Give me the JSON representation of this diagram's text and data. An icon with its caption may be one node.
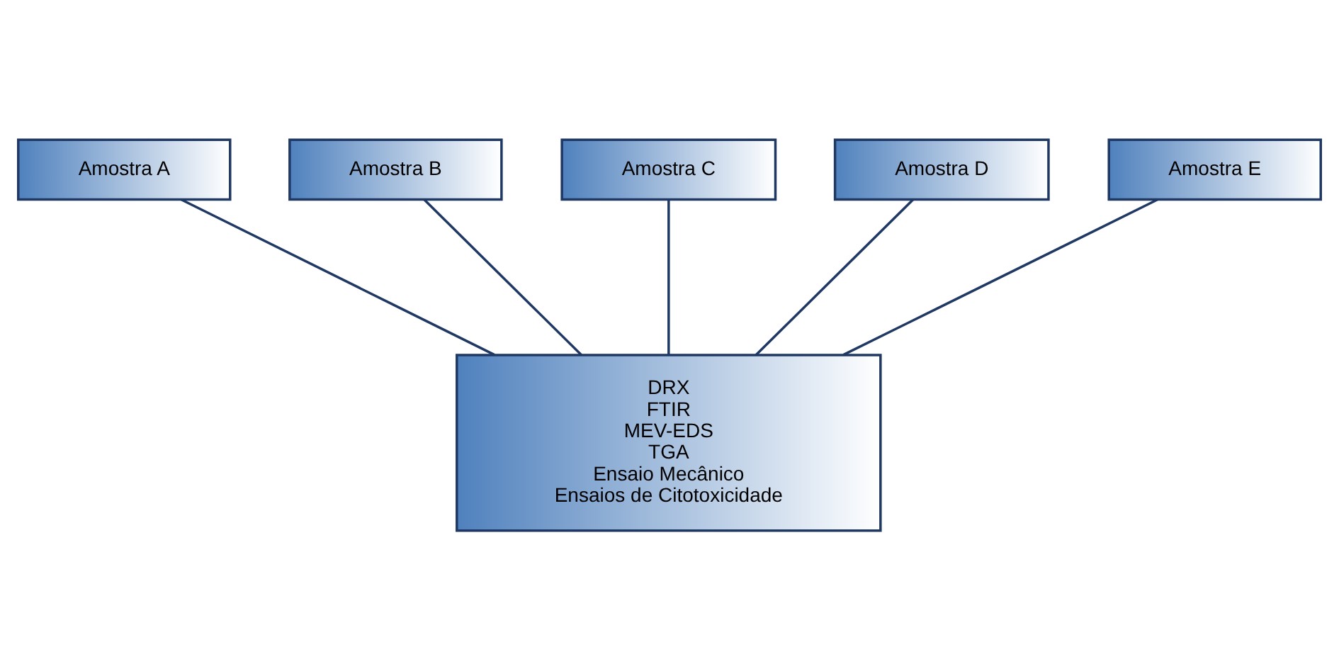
{
  "diagram": {
    "nodes": [
      {
        "text": [
          "Amostra A"
        ]
      },
      {
        "text": [
          "Amostra B"
        ]
      },
      {
        "text": [
          "Amostra C"
        ]
      },
      {
        "text": [
          "Amostra D"
        ]
      },
      {
        "text": [
          "Amostra E"
        ]
      },
      {
        "text": [
          "DRX",
          "FTIR",
          "MEV-EDS",
          "TGA",
          "Ensaio Mecânico",
          "Ensaios de Citotoxicidade"
        ]
      }
    ],
    "edges": [
      {
        "from": 0,
        "to": 5,
        "arrow": "none"
      },
      {
        "from": 1,
        "to": 5,
        "arrow": "none"
      },
      {
        "from": 2,
        "to": 5,
        "arrow": "none"
      },
      {
        "from": 3,
        "to": 5,
        "arrow": "none"
      },
      {
        "from": 4,
        "to": 5,
        "arrow": "none"
      }
    ]
  }
}
